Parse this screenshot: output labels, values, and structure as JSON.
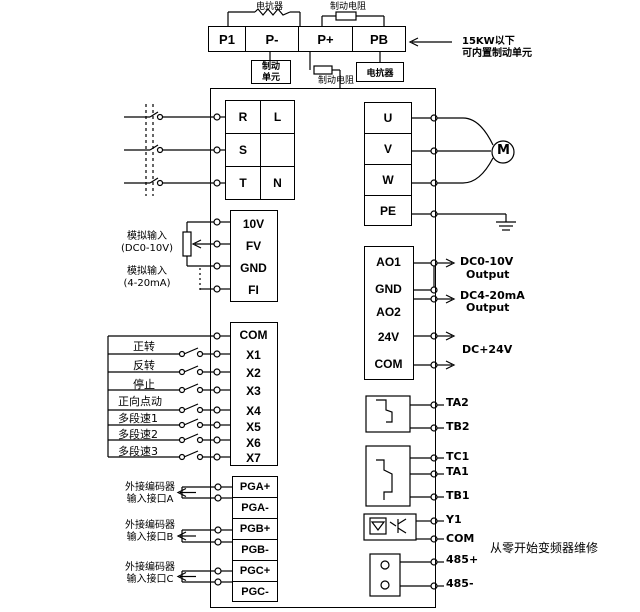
{
  "top": {
    "resistor_top": "电抗器",
    "brake_resistor_top": "制动电阻",
    "p1": "P1",
    "p_minus": "P-",
    "p_plus": "P+",
    "pb": "PB",
    "note_line1": "15KW以下",
    "note_line2": "可内置制动单元",
    "brake_unit_line1": "制动",
    "brake_unit_line2": "单元",
    "brake_resistor_mid": "制动电阻",
    "reactor_mid": "电抗器"
  },
  "left_terminals": {
    "power": [
      "R",
      "L",
      "S",
      "",
      "T",
      "N"
    ],
    "analog": [
      "10V",
      "FV",
      "GND",
      "FI"
    ],
    "digital": [
      "COM",
      "X1",
      "X2",
      "X3",
      "X4",
      "X5",
      "X6",
      "X7"
    ],
    "encoder": [
      "PGA+",
      "PGA-",
      "PGB+",
      "PGB-",
      "PGC+",
      "PGC-"
    ]
  },
  "right_terminals": {
    "motor": [
      "U",
      "V",
      "W",
      "PE"
    ],
    "analog_out": [
      "AO1",
      "GND",
      "AO2",
      "24V",
      "COM"
    ],
    "relay": [
      "TA2",
      "TB2",
      "TC1",
      "TA1",
      "TB1"
    ],
    "transistor": [
      "Y1",
      "COM"
    ],
    "rs485": [
      "485+",
      "485-"
    ]
  },
  "left_labels": {
    "analog_in_1": [
      "模拟输入",
      "(DC0-10V)"
    ],
    "analog_in_2": [
      "模拟输入",
      "(4-20mA)"
    ],
    "digital": [
      "正转",
      "反转",
      "停止",
      "正向点动",
      "多段速1",
      "多段速2",
      "多段速3"
    ],
    "encoder_a": [
      "外接编码器",
      "输入接口A"
    ],
    "encoder_b": [
      "外接编码器",
      "输入接口B"
    ],
    "encoder_c": [
      "外接编码器",
      "输入接口C"
    ]
  },
  "right_labels": {
    "motor": "M",
    "ao1_out": [
      "DC0-10V",
      "Output"
    ],
    "ao2_out": [
      "DC4-20mA",
      "Output"
    ],
    "dc24": "DC+24V",
    "watermark": "从零开始变频器维修"
  }
}
